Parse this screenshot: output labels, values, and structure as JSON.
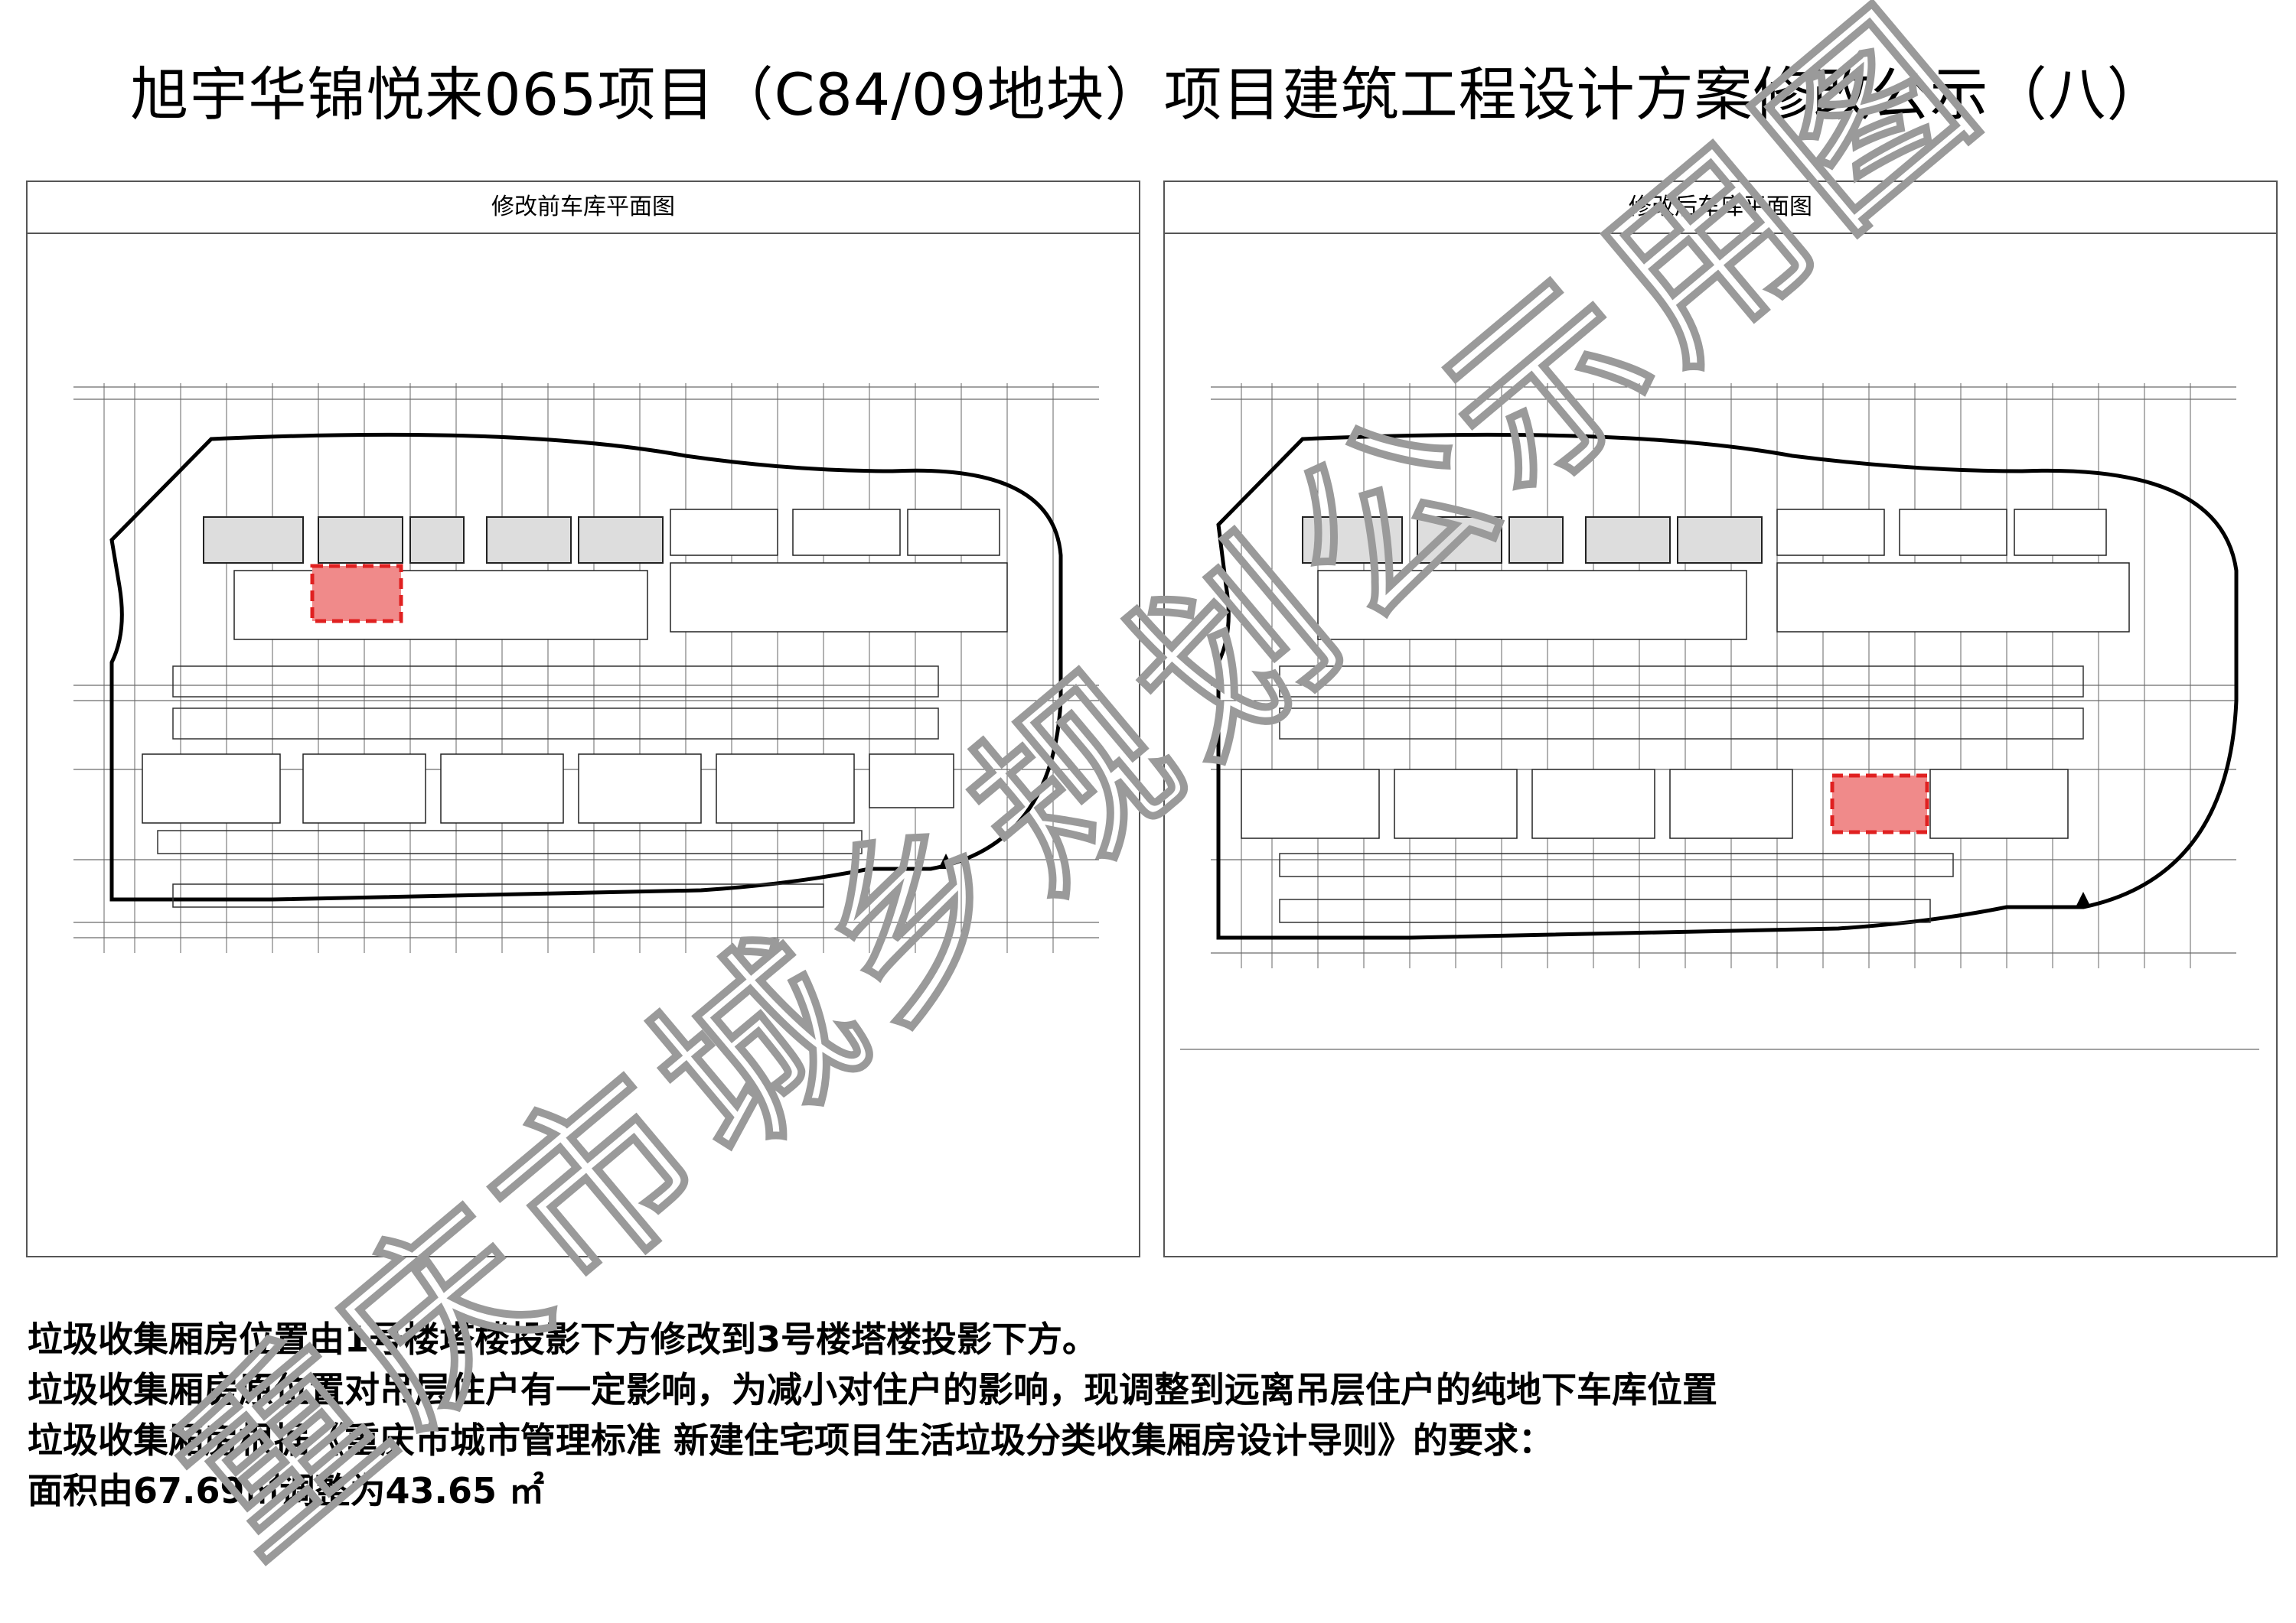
{
  "title": "旭宇华锦悦来065项目（C84/09地块）项目建筑工程设计方案修改公示（八）",
  "panels": {
    "before_label": "修改前车库平面图",
    "after_label": "修改后车库平面图"
  },
  "notes": [
    "垃圾收集厢房位置由1号楼塔楼投影下方修改到3号楼塔楼投影下方。",
    "垃圾收集厢房原位置对吊层住户有一定影响，为减小对住户的影响，现调整到远离吊层住户的纯地下车库位置",
    "垃圾收集厢房根据《重庆市城市管理标准 新建住宅项目生活垃圾分类收集厢房设计导则》的要求：",
    "面积由67.69㎡调整为43.65 ㎡"
  ],
  "watermark": "重庆市城乡规划公示用图",
  "colors": {
    "highlight_fill": "#f08a8a",
    "highlight_border": "#e02020",
    "watermark": "#9a9a9a",
    "line": "#111111"
  }
}
